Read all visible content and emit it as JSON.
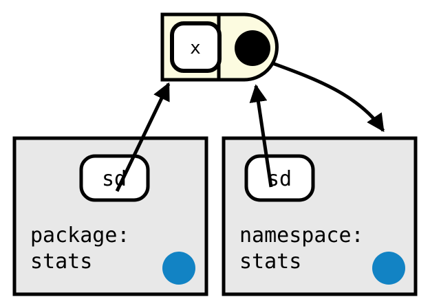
{
  "diagram": {
    "type": "uml-component-dependency-diagram",
    "background_color": "#ffffff",
    "stroke_color": "#000000",
    "palette": {
      "component_fill": "#fcfbe0",
      "package_fill": "#e8e8e8",
      "inner_box_fill": "#ffffff",
      "marker_blue": "#1283c4",
      "black": "#000000"
    },
    "top_component": {
      "name": "component-node",
      "shape": "rectangle-with-rounded-bullet-right",
      "fill": "#fcfbe0",
      "inner_box": {
        "label": "x",
        "shape": "rounded-square",
        "fill": "#ffffff"
      },
      "port_dot": {
        "label": "",
        "shape": "filled-circle",
        "fill": "#000000"
      }
    },
    "packages": [
      {
        "id": "pkg-left",
        "stereotype": "sd",
        "title_line1": "package:",
        "title_line2": "stats",
        "fill": "#e8e8e8",
        "marker_color": "#1283c4"
      },
      {
        "id": "pkg-right",
        "stereotype": "sd",
        "title_line1": "namespace:",
        "title_line2": "stats",
        "fill": "#e8e8e8",
        "marker_color": "#1283c4"
      }
    ],
    "edges": [
      {
        "id": "edge-left-up",
        "from": "pkg-left.sd",
        "to": "top_component",
        "style": "solid",
        "arrowhead": "filled-triangle",
        "direction": "up-right"
      },
      {
        "id": "edge-right-up",
        "from": "pkg-right.sd",
        "to": "top_component",
        "style": "solid",
        "arrowhead": "filled-triangle",
        "direction": "up"
      },
      {
        "id": "edge-curved-down",
        "from": "top_component.port_dot",
        "to": "pkg-right",
        "style": "solid-curved",
        "arrowhead": "filled-triangle",
        "direction": "down-right"
      }
    ]
  }
}
